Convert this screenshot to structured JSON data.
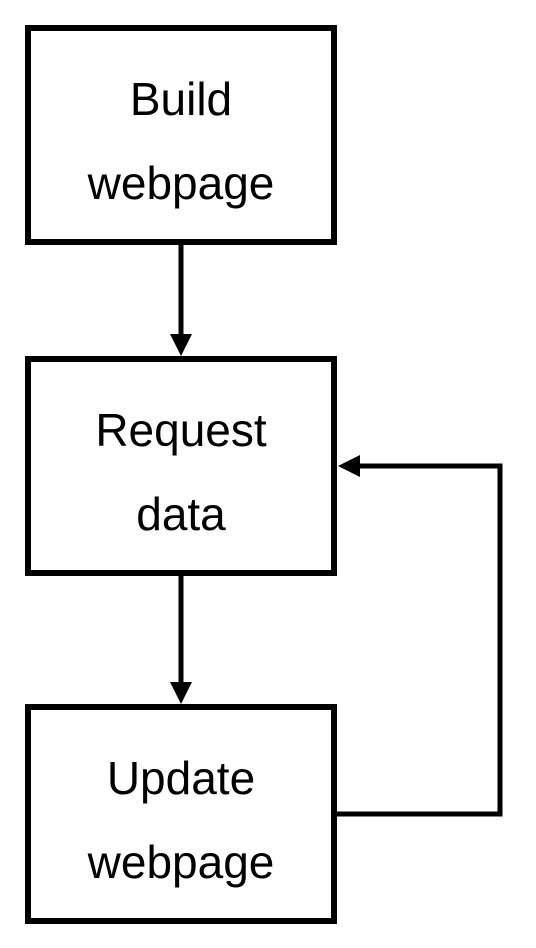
{
  "diagram": {
    "nodes": [
      {
        "id": "build",
        "lines": [
          "Build",
          "webpage"
        ]
      },
      {
        "id": "request",
        "lines": [
          "Request",
          "data"
        ]
      },
      {
        "id": "update",
        "lines": [
          "Update",
          "webpage"
        ]
      }
    ],
    "edges": [
      {
        "from": "build",
        "to": "request"
      },
      {
        "from": "request",
        "to": "update"
      },
      {
        "from": "update",
        "to": "request"
      }
    ],
    "colors": {
      "stroke": "#000000",
      "background": "#ffffff",
      "text": "#000000"
    }
  }
}
